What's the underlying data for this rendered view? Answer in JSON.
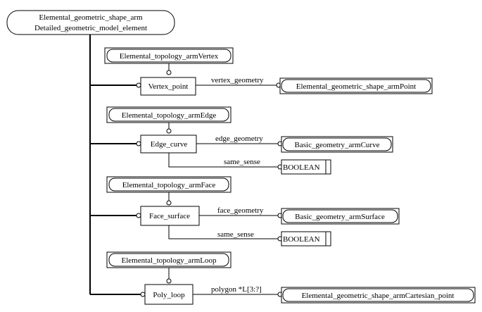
{
  "root": {
    "line1": "Elemental_geometric_shape_arm",
    "line2": "Detailed_geometric_model_element"
  },
  "groups": [
    {
      "supertype": "Elemental_topology_armVertex",
      "entity": "Vertex_point",
      "attrs": [
        {
          "label": "vertex_geometry",
          "target": "Elemental_geometric_shape_armPoint"
        }
      ]
    },
    {
      "supertype": "Elemental_topology_armEdge",
      "entity": "Edge_curve",
      "attrs": [
        {
          "label": "edge_geometry",
          "target": "Basic_geometry_armCurve"
        },
        {
          "label": "same_sense",
          "target": "BOOLEAN"
        }
      ]
    },
    {
      "supertype": "Elemental_topology_armFace",
      "entity": "Face_surface",
      "attrs": [
        {
          "label": "face_geometry",
          "target": "Basic_geometry_armSurface"
        },
        {
          "label": "same_sense",
          "target": "BOOLEAN"
        }
      ]
    },
    {
      "supertype": "Elemental_topology_armLoop",
      "entity": "Poly_loop",
      "attrs": [
        {
          "label": "polygon *L[3:?]",
          "target": "Elemental_geometric_shape_armCartesian_point"
        }
      ]
    }
  ]
}
